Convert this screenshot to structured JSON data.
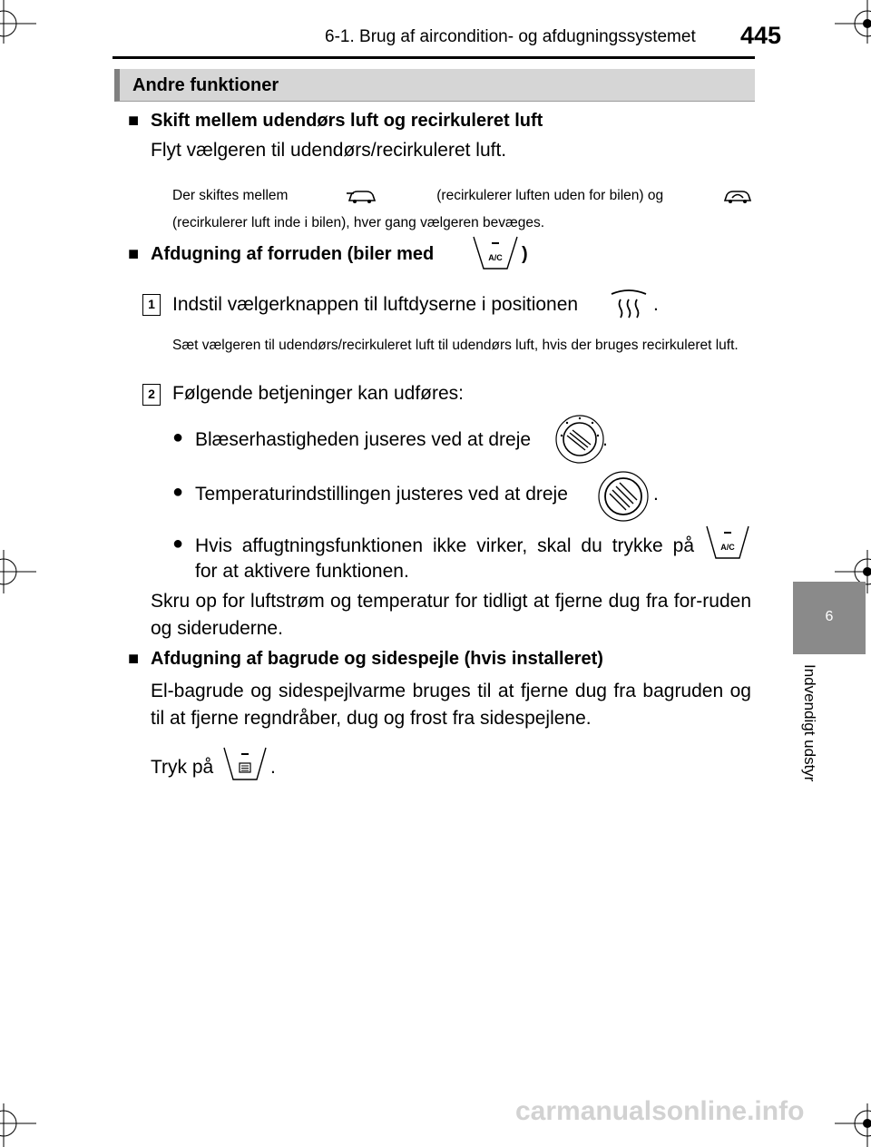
{
  "header": {
    "section_title": "6-1. Brug af aircondition- og afdugningssystemet",
    "page_number": "445"
  },
  "section_bar": {
    "title": "Andre funktioner"
  },
  "block1": {
    "marker": "■",
    "heading": "Skift mellem udendørs luft og recirkuleret luft",
    "text": "Flyt vælgeren til udendørs/recirkuleret luft.",
    "note_line1_a": "Der skiftes mellem",
    "note_line1_b": "(recirkulerer luften uden for bilen) og",
    "note_line2": "(recirkulerer luft inde i bilen), hver gang vælgeren bevæges."
  },
  "block2": {
    "marker": "■",
    "heading_a": "Afdugning af forruden (biler med",
    "heading_b": ")",
    "step1_num": "1",
    "step1_text": "Indstil vælgerknappen til luftdyserne i positionen",
    "step1_end": ".",
    "step1_note": "Sæt vælgeren til udendørs/recirkuleret luft til udendørs luft, hvis der bruges recirkuleret luft.",
    "step2_num": "2",
    "step2_text": "Følgende betjeninger kan udføres:",
    "bullet_mark": "●",
    "bullet1": "Blæserhastigheden juseres ved at dreje",
    "bullet1_end": ".",
    "bullet2": "Temperaturindstillingen justeres ved at dreje",
    "bullet2_end": ".",
    "bullet3_a": "Hvis affugtningsfunktionen ikke virker, skal du trykke på",
    "bullet3_b": "for at aktivere funktionen.",
    "para": "Skru op for luftstrøm og temperatur for tidligt at fjerne dug fra for-ruden og sideruderne."
  },
  "block3": {
    "marker": "■",
    "heading": "Afdugning af bagrude og sidespejle (hvis installeret)",
    "text": "El-bagrude og sidespejlvarme bruges til at fjerne dug fra bagruden og til at fjerne regndråber, dug og frost fra sidespejlene.",
    "press_a": "Tryk på",
    "press_b": "."
  },
  "side_tab": {
    "number": "6",
    "label": "Indvendigt udstyr"
  },
  "footer": {
    "watermark": "carmanualsonline.info"
  },
  "icons": {
    "ac_label": "A/C",
    "outside_air": "outside-air-icon",
    "recirc_air": "recirculated-air-icon",
    "windshield_vent": "windshield-defrost-vent-icon",
    "fan_dial": "fan-speed-dial-icon",
    "temp_dial": "temperature-dial-icon",
    "rear_defogger": "rear-defogger-button-icon",
    "crop_mark": "crop-mark-icon"
  },
  "colors": {
    "section_bar": "#d6d6d6",
    "side_tab": "#8a8a8a",
    "watermark": "#d2d2d2"
  }
}
